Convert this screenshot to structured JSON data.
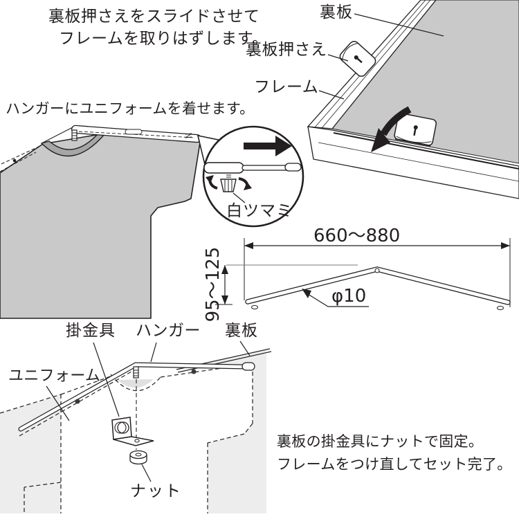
{
  "step1": {
    "instruction_line1": "裏板押さえをスライドさせて",
    "instruction_line2": "フレームを取りはずします。",
    "labels": {
      "backboard": "裏板",
      "backboard_holder": "裏板押さえ",
      "frame": "フレーム"
    }
  },
  "step2": {
    "instruction": "ハンガーにユニフォームを着せます。",
    "detail_label": "白ツマミ"
  },
  "dimensions": {
    "width_range": "660〜880",
    "height_range": "95〜125",
    "diameter": "φ10"
  },
  "step3": {
    "labels": {
      "bracket": "掛金具",
      "hanger": "ハンガー",
      "backboard": "裏板",
      "uniform": "ユニフォーム",
      "nut": "ナット"
    },
    "instruction_line1": "裏板の掛金具にナットで固定。",
    "instruction_line2": "フレームをつけ直してセット完了。"
  },
  "icons": {
    "slide_arrow": "right-arrow",
    "swing_arrow": "curved-down-left-arrow",
    "rotate_left_arrow": "rotate-counterclockwise",
    "rotate_right_arrow": "rotate-clockwise"
  },
  "colors": {
    "ink": "#231f20",
    "shirt_gray": "#c9c9c9",
    "collar_gray": "#a6a6a6",
    "board_gray": "#c9c9c9",
    "light_gray": "#ededed"
  }
}
